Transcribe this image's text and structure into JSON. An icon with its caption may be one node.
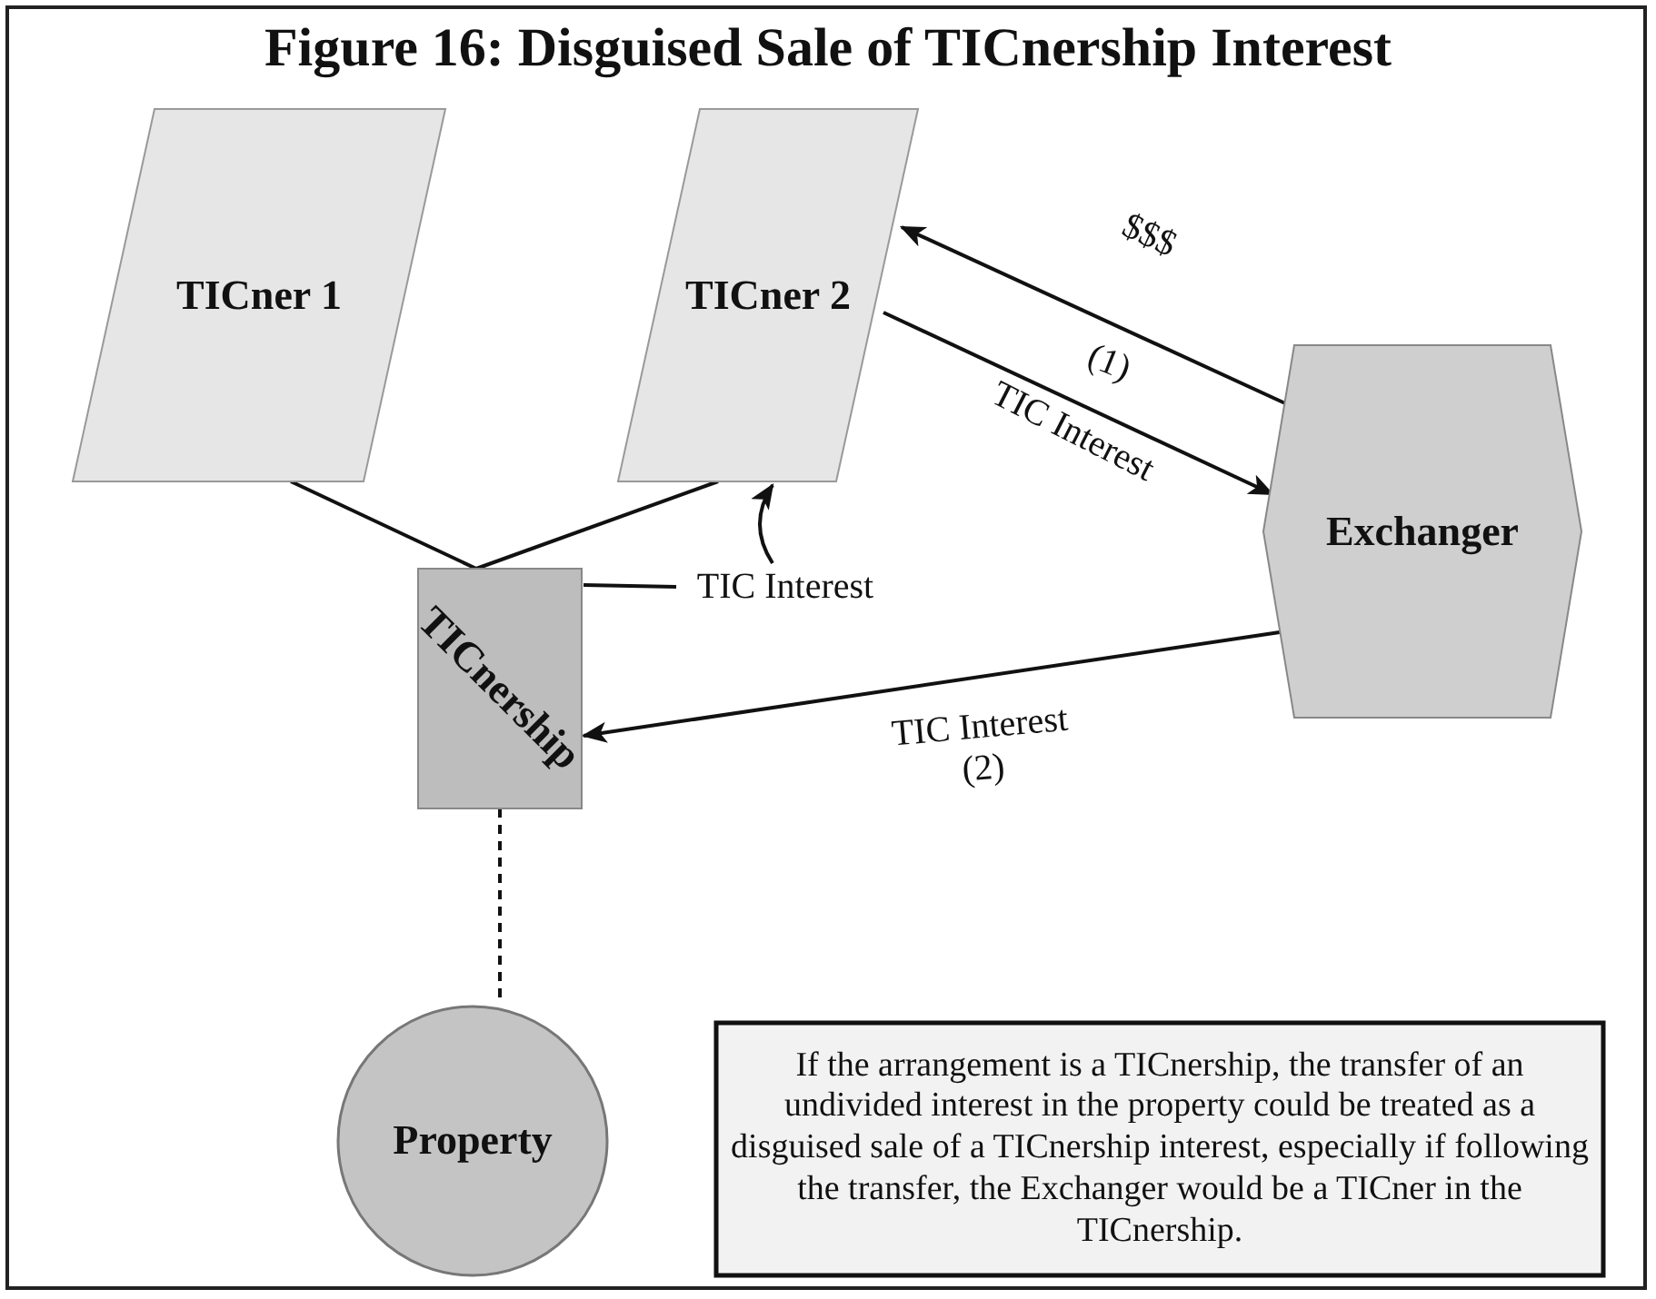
{
  "diagram": {
    "title": "Figure 16: Disguised Sale of TICnership Interest",
    "nodes": [
      {
        "text": [
          "TICner 1"
        ]
      },
      {
        "text": [
          "TICner 2"
        ]
      },
      {
        "text": [
          "Exchanger"
        ]
      },
      {
        "text": [
          "TICnership"
        ]
      },
      {
        "text": [
          "Property"
        ]
      },
      {
        "text": [
          "If the arrangement is a TICnership, the transfer of an undivided interest in the property could be treated as a disguised sale of a TICnership interest, especially if following the transfer, the Exchanger would be a TICner in the TICnership."
        ]
      },
      {
        "text": [
          "TIC Interest"
        ]
      }
    ],
    "edges": [
      {
        "from": 1,
        "to": 2,
        "arrow": "to",
        "label": "TIC Interest"
      },
      {
        "from": 2,
        "to": 1,
        "arrow": "to",
        "label": "$$$"
      },
      {
        "from": 2,
        "to": 3,
        "arrow": "to",
        "label": "TIC Interest (2)"
      },
      {
        "from": 0,
        "to": 3,
        "arrow": "none"
      },
      {
        "from": 1,
        "to": 3,
        "arrow": "none"
      },
      {
        "from": 3,
        "to": 4,
        "arrow": "none",
        "style": "dashed"
      },
      {
        "from": 6,
        "to": 3,
        "arrow": "none"
      },
      {
        "from": 6,
        "to": 1,
        "arrow": "to"
      }
    ],
    "labels": [
      "(1)"
    ]
  }
}
